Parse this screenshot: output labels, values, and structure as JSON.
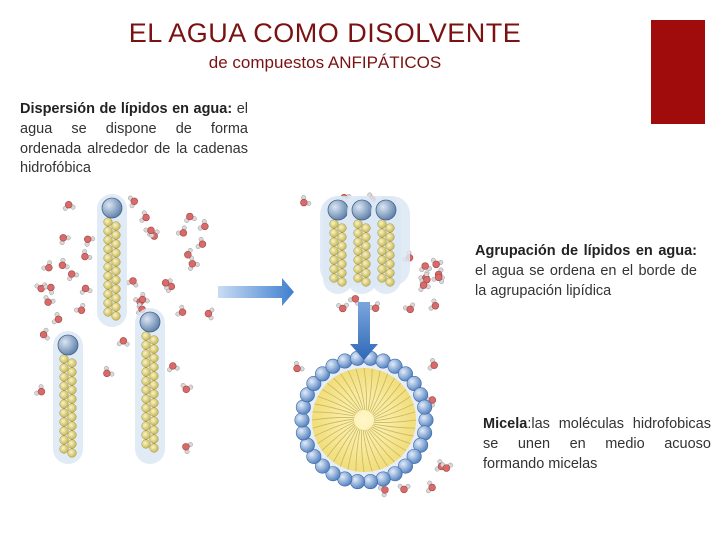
{
  "slide": {
    "title": "EL AGUA COMO DISOLVENTE",
    "subtitle": "de compuestos ANFIPÁTICOS",
    "accent_color": "#a00b0b"
  },
  "captions": [
    {
      "bold": "Dispersión de lípidos en agua:",
      "text": " el agua se dispone de forma ordenada alrededor de la cadenas hidrofóbica"
    },
    {
      "bold": "Agrupación de lípidos en agua:",
      "text": " el agua se ordena en el borde de la agrupación lipídica"
    },
    {
      "bold": "Micela",
      "text": ":las moléculas hidrofobicas se unen en medio acuoso formando micelas"
    }
  ],
  "figure": {
    "arrow_right_color": "#3f7fd0",
    "arrow_down_color": "#3f7fd0",
    "head_color": "#8aa6c8",
    "tail_color": "#e8dc8a",
    "halo_color": "#dce8f5",
    "water_oxygen_color": "#d96a6a"
  }
}
